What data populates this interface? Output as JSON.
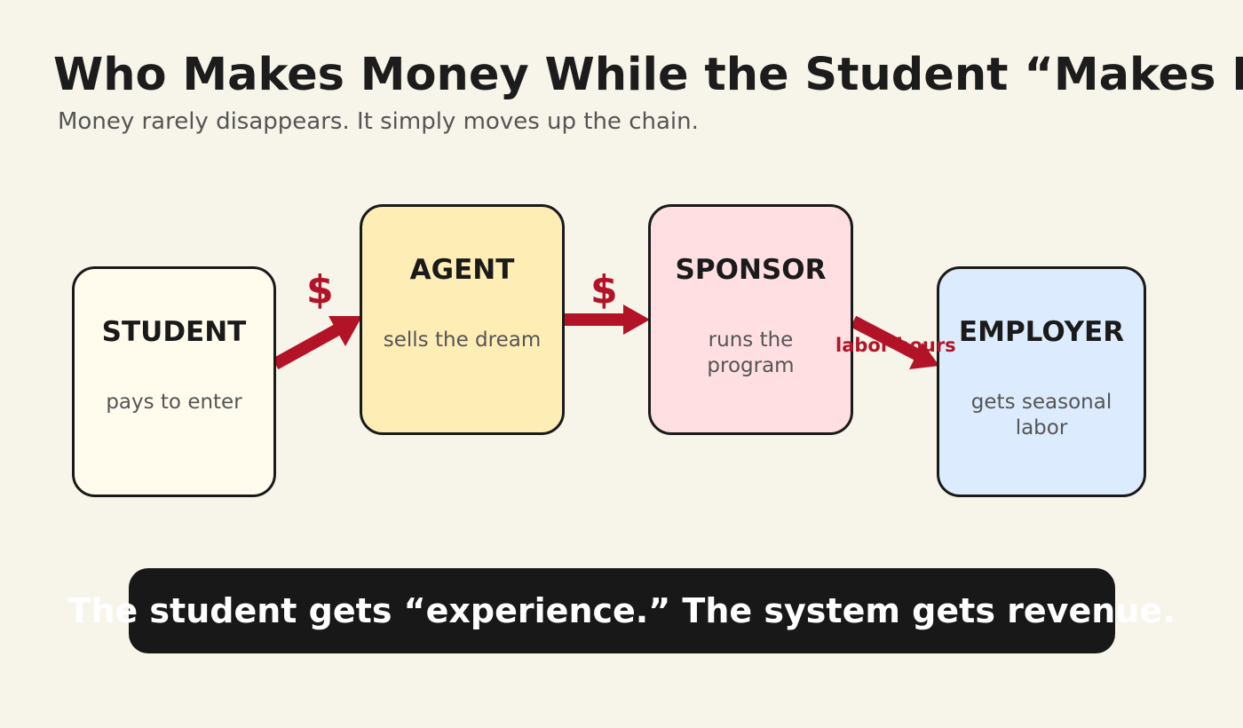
{
  "header": {
    "title": "Who Makes Money While the Student “Makes Money”?",
    "subtitle": "Money rarely disappears. It simply moves up the chain."
  },
  "nodes": [
    {
      "name": "STUDENT",
      "description": "pays to enter",
      "fill": "#fffcee"
    },
    {
      "name": "AGENT",
      "description": "sells the dream",
      "fill": "#ffedb6"
    },
    {
      "name": "SPONSOR",
      "description": "runs the program",
      "fill": "#ffdfe2"
    },
    {
      "name": "EMPLOYER",
      "description": "gets seasonal labor",
      "fill": "#dcebfd"
    }
  ],
  "flows": [
    {
      "from": "STUDENT",
      "to": "AGENT",
      "label": "$"
    },
    {
      "from": "AGENT",
      "to": "SPONSOR",
      "label": "$"
    },
    {
      "from": "SPONSOR",
      "to": "EMPLOYER",
      "label": "labor hours"
    }
  ],
  "banner": {
    "text": "The student gets “experience.” The system gets revenue."
  },
  "colors": {
    "background": "#f7f4e9",
    "accent": "#b31327",
    "banner": "#181818"
  }
}
